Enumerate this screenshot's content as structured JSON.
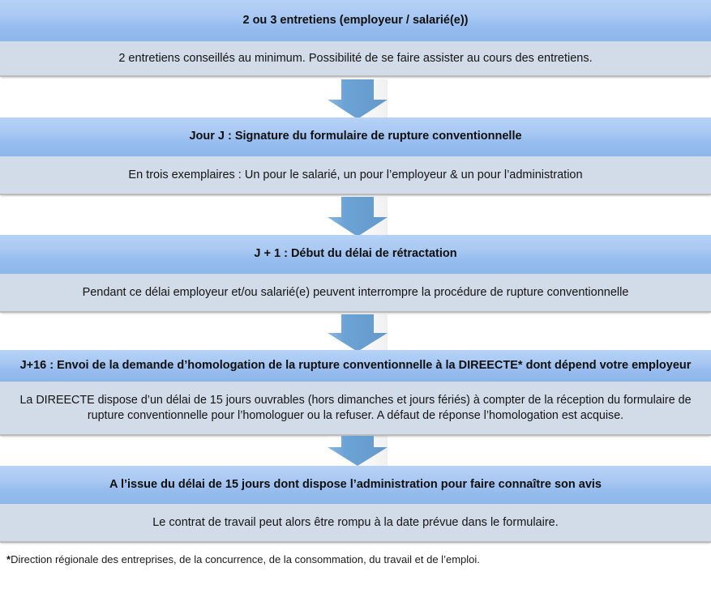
{
  "document": {
    "type": "flowchart",
    "language": "fr",
    "title_implied": "Procédure de rupture conventionnelle"
  },
  "colors": {
    "header_blue_top": "#b6d2f6",
    "header_blue_bottom": "#8cb6e9",
    "body_light_blue": "#d2dbe8",
    "arrow_blue": "#6ba3d6",
    "text_dark": "#141414",
    "shadow_gray": "#bcbcbc",
    "page_background": "#ffffff"
  },
  "steps": [
    {
      "id": "step-1",
      "header": "2 ou 3 entretiens (employeur / salarié(e))",
      "body": "2 entretiens conseillés au minimum. Possibilité de se faire assister au cours des entretiens."
    },
    {
      "id": "step-2",
      "header": "Jour J : Signature du formulaire de rupture conventionnelle",
      "body": "En trois exemplaires : Un pour le salarié, un pour l’employeur & un pour l’administration"
    },
    {
      "id": "step-3",
      "header": "J + 1 : Début du délai de rétractation",
      "body": "Pendant ce délai employeur et/ou salarié(e) peuvent interrompre la procédure de rupture conventionnelle"
    },
    {
      "id": "step-4",
      "header": "J+16 : Envoi de la demande d’homologation de la rupture conventionnelle à la DIREECTE* dont dépend votre employeur",
      "body": "La DIREECTE dispose d’un délai de 15 jours ouvrables (hors dimanches et jours fériés) à compter de la réception du formulaire de rupture conventionnelle pour l’homologuer ou  la refuser. A défaut de réponse l’homologation est acquise."
    },
    {
      "id": "step-5",
      "header": "A l’issue du délai de 15 jours dont dispose l’administration pour faire connaître son avis",
      "body": "Le contrat de travail peut alors être rompu à la date prévue dans le formulaire."
    }
  ],
  "connectors": [
    {
      "id": "arrow-1",
      "from": "step-1",
      "to": "step-2",
      "direction": "down"
    },
    {
      "id": "arrow-2",
      "from": "step-2",
      "to": "step-3",
      "direction": "down"
    },
    {
      "id": "arrow-3",
      "from": "step-3",
      "to": "step-4",
      "direction": "down"
    },
    {
      "id": "arrow-4",
      "from": "step-4",
      "to": "step-5",
      "direction": "down"
    }
  ],
  "footnote": {
    "marker": "*",
    "text": "Direction régionale des entreprises, de la concurrence, de la consommation, du travail et de l’emploi."
  }
}
